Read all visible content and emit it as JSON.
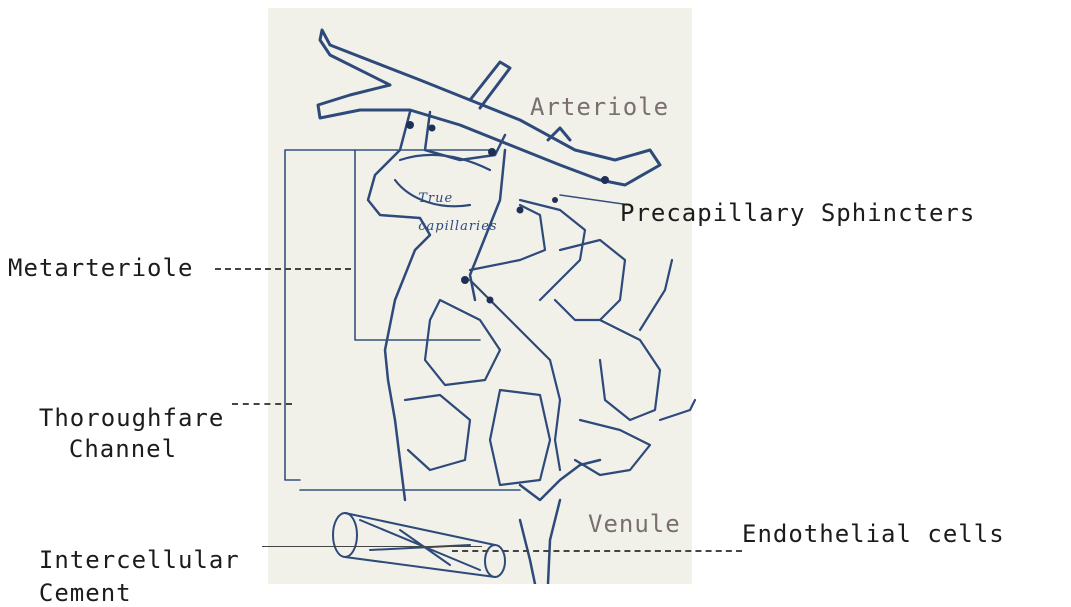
{
  "diagram": {
    "labels": {
      "arteriole": "Arteriole",
      "precapillary_sphincters": "Precapillary Sphincters",
      "metarteriole": "Metarteriole",
      "thoroughfare_line1": "Thoroughfare",
      "thoroughfare_line2": "Channel",
      "true_capillaries_line1": "True",
      "true_capillaries_line2": "capillaries",
      "intercellular_line1": "Intercellular",
      "intercellular_line2": "Cement",
      "venule": "Venule",
      "endothelial_cells": "Endothelial cells"
    },
    "colors": {
      "ink": "#2e4a7a",
      "paper": "#f1f1ea",
      "text": "#1c1c1c",
      "faded_text": "#7a6e70"
    }
  }
}
